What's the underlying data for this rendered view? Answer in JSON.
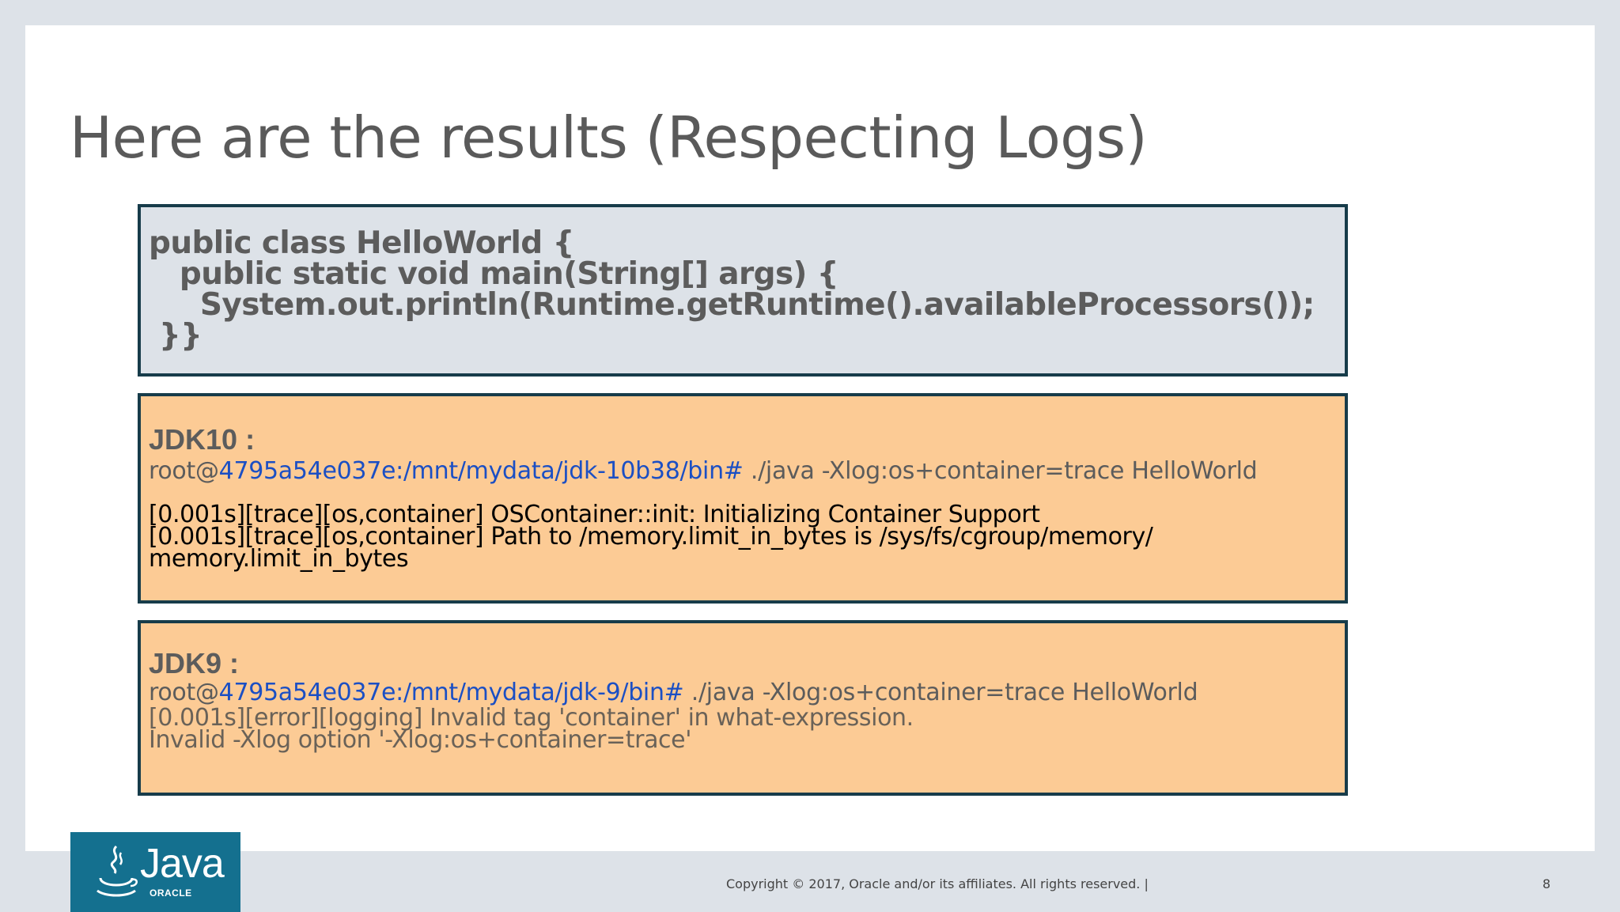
{
  "slide": {
    "title": "Here are the results (Respecting Logs)"
  },
  "code": {
    "text": "public class HelloWorld {\n   public static void main(String[] args) {\n     System.out.println(Runtime.getRuntime().availableProcessors());\n }}"
  },
  "jdk10": {
    "label": "JDK10 :",
    "prompt_user": "root@",
    "prompt_path": "4795a54e037e:/mnt/mydata/jdk-10b38/bin#",
    "command": " ./java -Xlog:os+container=trace HelloWorld",
    "log": "[0.001s][trace][os,container] OSContainer::init: Initializing Container Support\n[0.001s][trace][os,container] Path to /memory.limit_in_bytes is /sys/fs/cgroup/memory/\nmemory.limit_in_bytes"
  },
  "jdk9": {
    "label": "JDK9 :",
    "prompt_user": "root@",
    "prompt_path": "4795a54e037e:/mnt/mydata/jdk-9/bin#",
    "command": " ./java -Xlog:os+container=trace HelloWorld",
    "log": "[0.001s][error][logging] Invalid tag 'container' in what-expression.\nInvalid -Xlog option '-Xlog:os+container=trace'"
  },
  "logo": {
    "icon": "java-cup-icon",
    "word": "Java",
    "tm": "™",
    "company": "ORACLE"
  },
  "footer": {
    "copyright": "Copyright © 2017, Oracle and/or its affiliates. All rights reserved.  |",
    "page_number": "8"
  },
  "colors": {
    "background": "#dde2e8",
    "slide": "#ffffff",
    "code_box": "#dde2e8",
    "output_box": "#fccb95",
    "border": "#173c4a",
    "link_blue": "#1b4fc4",
    "logo_blue": "#14708f"
  }
}
